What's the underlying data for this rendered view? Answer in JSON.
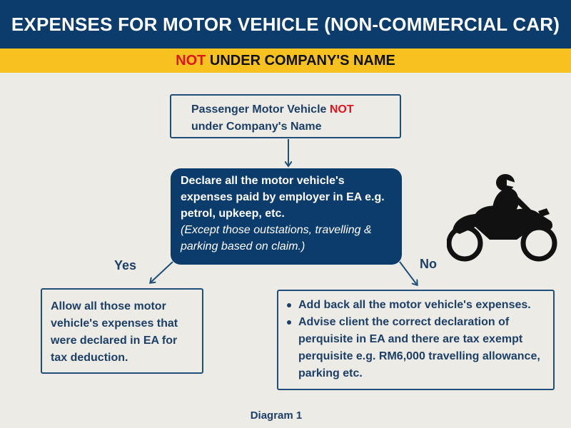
{
  "header": {
    "title": "EXPENSES FOR MOTOR VEHICLE (NON-COMMERCIAL CAR)",
    "subtitle_highlight": "NOT",
    "subtitle_rest": " UNDER COMPANY'S NAME"
  },
  "flow": {
    "start_box": {
      "line1_pre": "Passenger Motor Vehicle ",
      "line1_highlight": "NOT",
      "line2": "under Company's Name"
    },
    "decision_box": {
      "text": "Declare all the motor vehicle's expenses paid by employer in EA e.g. petrol, upkeep, etc.",
      "note": "(Except those outstations, travelling & parking based on claim.)"
    },
    "yes_label": "Yes",
    "no_label": "No",
    "yes_box": {
      "text": "Allow all those motor vehicle's expenses that were declared in EA for tax deduction."
    },
    "no_box": {
      "items": [
        "Add back all the motor vehicle's expenses.",
        "Advise client the correct declaration of perquisite in EA and there are tax exempt perquisite e.g. RM6,000 travelling allowance, parking etc."
      ]
    }
  },
  "caption": "Diagram 1",
  "icons": {
    "vehicle": "motorcycle-rider-icon"
  },
  "colors": {
    "navy": "#0c3c6c",
    "yellow": "#f7c21f",
    "red": "#e0141e",
    "text_blue": "#1d3f66",
    "background": "#ecebe6"
  }
}
